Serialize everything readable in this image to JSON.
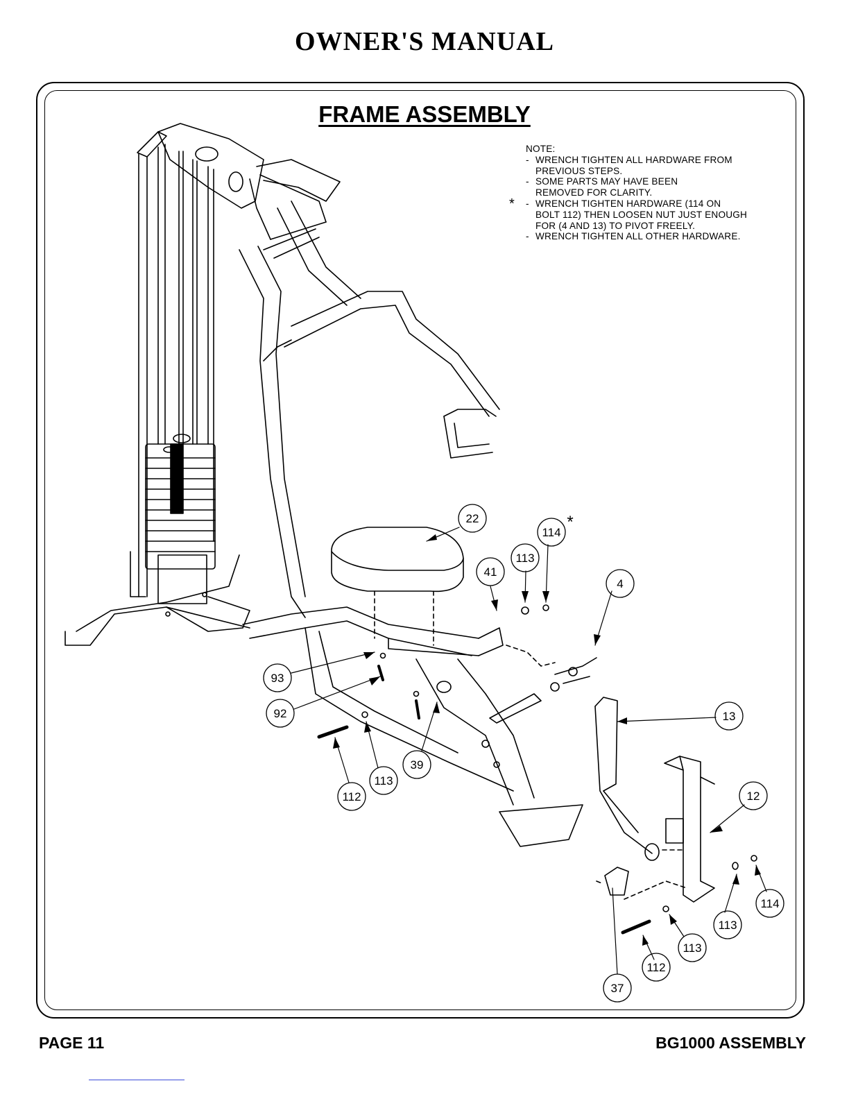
{
  "header": {
    "title": "OWNER'S MANUAL"
  },
  "section": {
    "title": "FRAME ASSEMBLY"
  },
  "note": {
    "heading": "NOTE:",
    "items": [
      {
        "marker": "-",
        "lines": [
          "WRENCH TIGHTEN ALL HARDWARE FROM",
          "PREVIOUS STEPS."
        ]
      },
      {
        "marker": "-",
        "lines": [
          "SOME PARTS MAY HAVE BEEN",
          "REMOVED FOR CLARITY."
        ]
      },
      {
        "marker": "-",
        "star": "*",
        "lines": [
          "WRENCH TIGHTEN HARDWARE (114 ON",
          "BOLT 112) THEN LOOSEN NUT JUST ENOUGH",
          "FOR (4 AND 13) TO PIVOT FREELY."
        ]
      },
      {
        "marker": "-",
        "lines": [
          "WRENCH TIGHTEN ALL OTHER HARDWARE."
        ]
      }
    ]
  },
  "callouts": [
    {
      "label": "22",
      "star": ""
    },
    {
      "label": "114",
      "star": "*"
    },
    {
      "label": "113",
      "star": ""
    },
    {
      "label": "41",
      "star": ""
    },
    {
      "label": "4",
      "star": ""
    },
    {
      "label": "93",
      "star": ""
    },
    {
      "label": "92",
      "star": ""
    },
    {
      "label": "13",
      "star": ""
    },
    {
      "label": "39",
      "star": ""
    },
    {
      "label": "113",
      "star": ""
    },
    {
      "label": "112",
      "star": ""
    },
    {
      "label": "12",
      "star": ""
    },
    {
      "label": "114",
      "star": ""
    },
    {
      "label": "113",
      "star": ""
    },
    {
      "label": "113",
      "star": ""
    },
    {
      "label": "112",
      "star": ""
    },
    {
      "label": "37",
      "star": ""
    }
  ],
  "footer": {
    "page": "PAGE 11",
    "product": "BG1000 ASSEMBLY"
  }
}
